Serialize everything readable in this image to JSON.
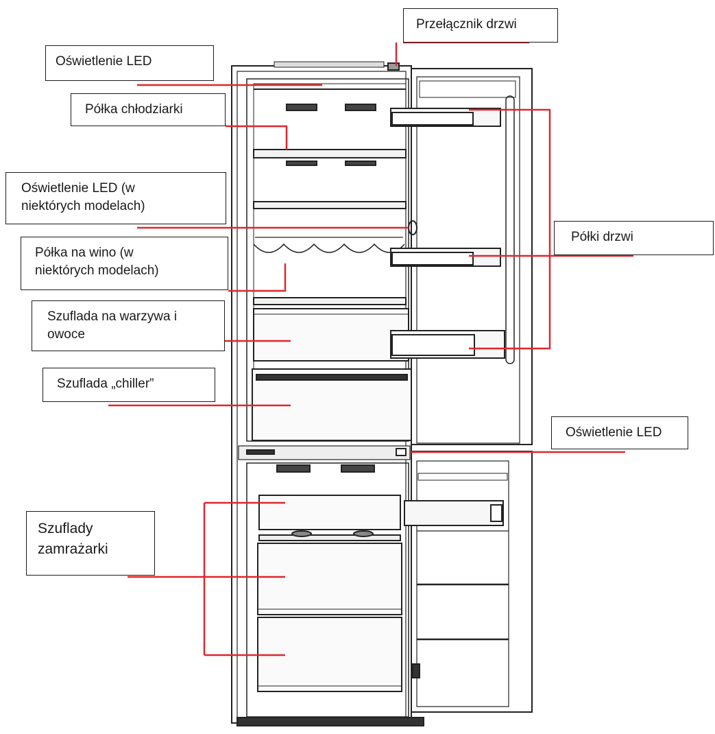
{
  "colors": {
    "callout_line": "#e0262d",
    "outline": "#1a1a1a",
    "background": "#ffffff"
  },
  "labels": {
    "door_switch": "Przełącznik drzwi",
    "led_top": "Oświetlenie LED",
    "fridge_shelf": "Półka chłodziarki",
    "led_optional": [
      "Oświetlenie LED (w",
      "niektórych modelach)"
    ],
    "wine_rack": [
      "Półka na wino (w",
      "niektórych modelach)"
    ],
    "crisper": [
      "Szuflada na warzywa i",
      "owoce"
    ],
    "chiller": "Szuflada „chiller”",
    "freezer_drawers": [
      "Szuflady",
      "zamrażarki"
    ],
    "door_shelves": "Półki drzwi",
    "led_right": "Oświetlenie LED"
  }
}
